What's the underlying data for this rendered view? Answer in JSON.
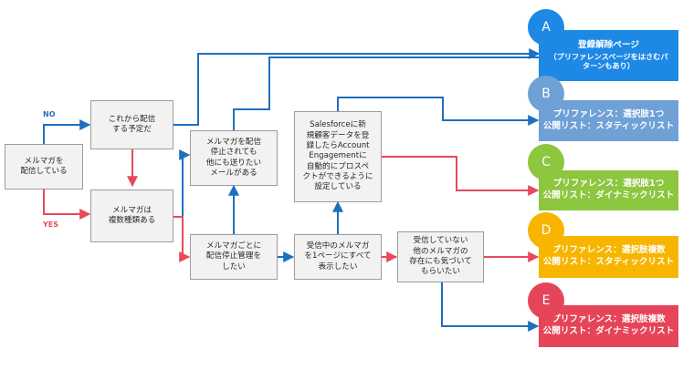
{
  "colors": {
    "blue_line": "#1f6fbf",
    "red_line": "#e8495b",
    "A": "#1e88e5",
    "B": "#6fa0d6",
    "C": "#8dc63f",
    "D": "#f7b500",
    "E": "#e64559"
  },
  "nodes": {
    "start": "メルマガを\n配信している",
    "plan": "これから配信\nする予定だ",
    "multi": "メルマガは\n複数種類ある",
    "optout_more": "メルマガを配信\n停止されても\n他にも送りたい\nメールがある",
    "per_mail": "メルマガごとに\n配信停止管理を\nしたい",
    "salesforce": "Salesforceに新\n規顧客データを登\n録したらAccount\nEngagementに\n自動的にプロスペ\nクトができるように\n設定している",
    "subscribed": "受信中のメルマガ\nを1ページにすべて\n表示したい",
    "unsubscribed": "受信していない\n他のメルマガの\n存在にも気づいて\nもらいたい"
  },
  "labels": {
    "no": "NO",
    "yes": "YES"
  },
  "results": [
    {
      "letter": "A",
      "line1": "登録解除ページ",
      "line2": "（プリファレンスページをはさむパ\nターンもあり）"
    },
    {
      "letter": "B",
      "line1": "プリファレンス：選択肢1つ",
      "line2": "公開リスト：スタティックリスト"
    },
    {
      "letter": "C",
      "line1": "プリファレンス：選択肢1つ",
      "line2": "公開リスト：ダイナミックリスト"
    },
    {
      "letter": "D",
      "line1": "プリファレンス：選択肢複数",
      "line2": "公開リスト：スタティックリスト"
    },
    {
      "letter": "E",
      "line1": "プリファレンス：選択肢複数",
      "line2": "公開リスト：ダイナミックリスト"
    }
  ]
}
